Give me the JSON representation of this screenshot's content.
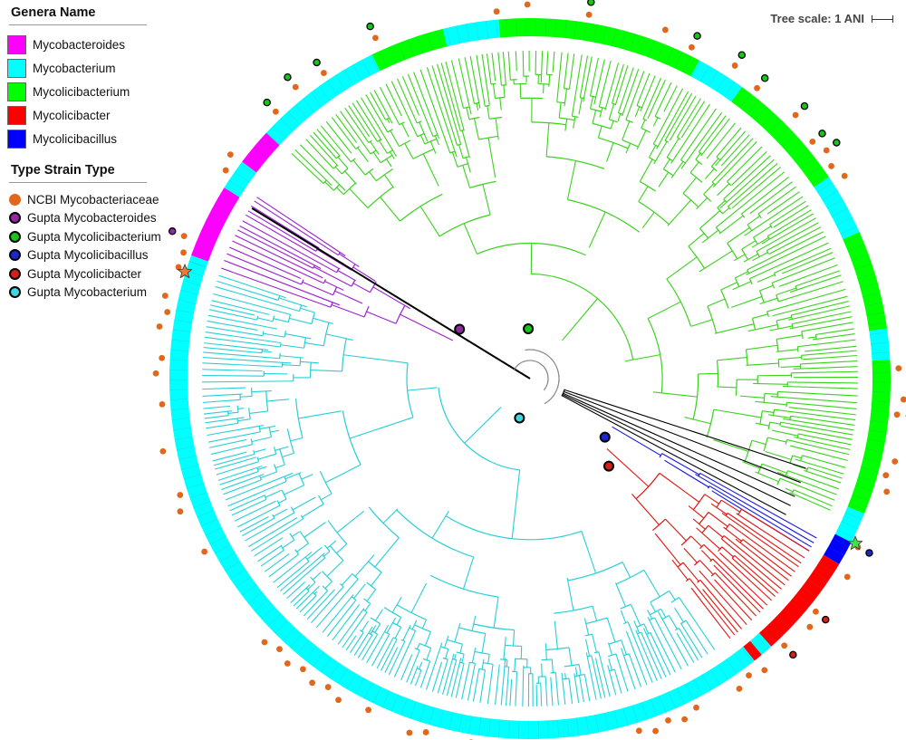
{
  "legend": {
    "genera_title": "Genera Name",
    "genera": [
      {
        "label": "Mycobacteroides",
        "color": "#ff00ff"
      },
      {
        "label": "Mycobacterium",
        "color": "#00ffff"
      },
      {
        "label": "Mycolicibacterium",
        "color": "#00ff00"
      },
      {
        "label": "Mycolicibacter",
        "color": "#ff0000"
      },
      {
        "label": "Mycolicibacillus",
        "color": "#0000ff"
      }
    ],
    "type_title": "Type Strain Type",
    "types": [
      {
        "label": "NCBI Mycobacteriaceae",
        "color": "#e1671d",
        "border": "none"
      },
      {
        "label": "Gupta Mycobacteroides",
        "color": "#8e2ba2",
        "border": "#000000"
      },
      {
        "label": "Gupta Mycolicibacterium",
        "color": "#19c419",
        "border": "#000000"
      },
      {
        "label": "Gupta Mycolicibacillus",
        "color": "#1c26c9",
        "border": "#000000"
      },
      {
        "label": "Gupta Mycolicibacter",
        "color": "#d3211a",
        "border": "#000000"
      },
      {
        "label": "Gupta Mycobacterium",
        "color": "#3fd6e0",
        "border": "#000000"
      }
    ]
  },
  "scale": {
    "label": "Tree scale: 1 ANI"
  },
  "colors": {
    "mycobacteroides_branch": "#9b1fcf",
    "mycolicibacterium_branch": "#3ad21d",
    "mycobacterium_branch": "#27cfd6",
    "mycolicibacter_branch": "#e0150f",
    "mycolicibacillus_branch": "#1515e6",
    "outgroup_branch": "#000000",
    "ncbi_dot": "#e1671d",
    "star_ncbi": "#f07a33",
    "star_gupta": "#42e04a"
  }
}
